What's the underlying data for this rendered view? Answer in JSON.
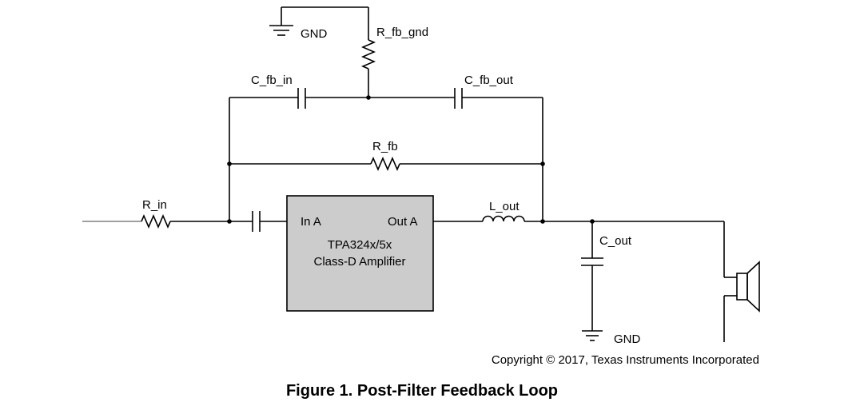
{
  "labels": {
    "gnd_top": "GND",
    "r_fb_gnd": "R_fb_gnd",
    "c_fb_in": "C_fb_in",
    "c_fb_out": "C_fb_out",
    "r_fb": "R_fb",
    "r_in": "R_in",
    "l_out": "L_out",
    "c_out": "C_out",
    "gnd_bottom": "GND"
  },
  "amplifier": {
    "in_pin": "In A",
    "out_pin": "Out A",
    "name_line1": "TPA324x/5x",
    "name_line2": "Class-D Amplifier",
    "fill": "#cccccc"
  },
  "copyright": "Copyright © 2017, Texas Instruments Incorporated",
  "caption": "Figure 1. Post-Filter Feedback Loop",
  "colors": {
    "wire": "#000000",
    "input_wire": "#808080"
  }
}
